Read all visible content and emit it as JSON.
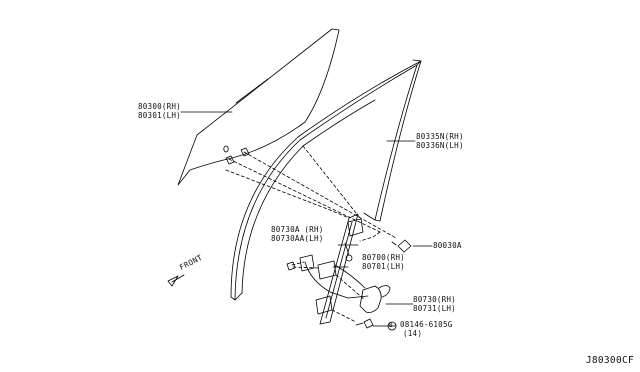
{
  "labels": {
    "glass": {
      "rh": "80300(RH)",
      "lh": "80301(LH)"
    },
    "sash": {
      "rh": "80335N(RH)",
      "lh": "80336N(LH)"
    },
    "bolt": "80030A",
    "cable_guide": {
      "rh": "80730A (RH)",
      "lh": "80730AA(LH)"
    },
    "regulator": {
      "rh": "80700(RH)",
      "lh": "80701(LH)"
    },
    "motor": {
      "rh": "80730(RH)",
      "lh": "80731(LH)"
    },
    "fastener": {
      "part": "08146-6105G",
      "qty": "(14)",
      "circle_mark": "B"
    }
  },
  "front_indicator": "FRONT",
  "diagram_id": "J80300CF"
}
